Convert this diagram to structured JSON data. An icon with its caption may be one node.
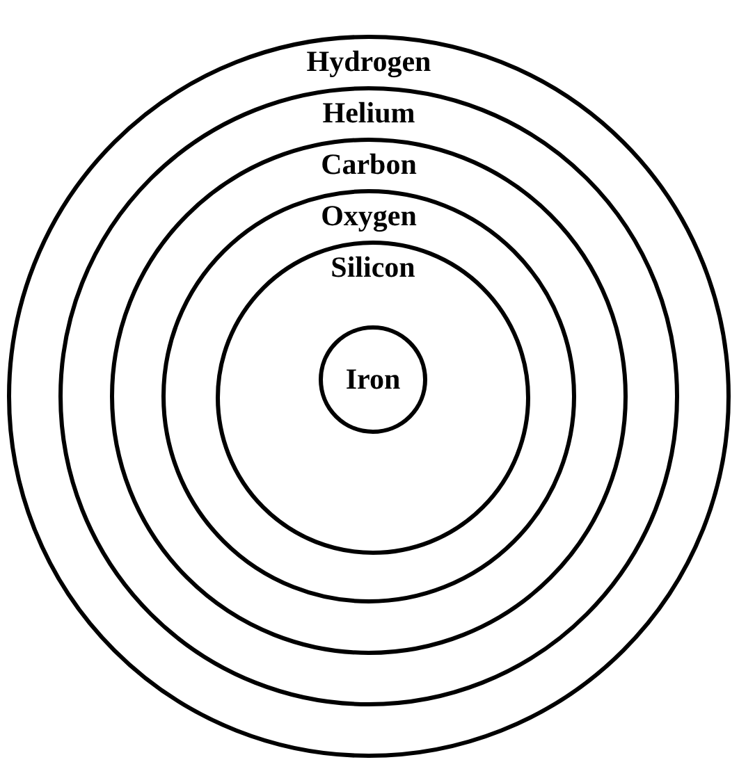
{
  "diagram": {
    "nodes": [
      {
        "text": [
          "Hydrogen"
        ]
      },
      {
        "text": [
          "Helium"
        ],
        "in": 0
      },
      {
        "text": [
          "Carbon"
        ],
        "in": 1
      },
      {
        "text": [
          "Oxygen"
        ],
        "in": 2
      },
      {
        "text": [
          "Silicon"
        ],
        "in": 3
      },
      {
        "text": [
          "Iron"
        ],
        "in": 4
      }
    ]
  }
}
